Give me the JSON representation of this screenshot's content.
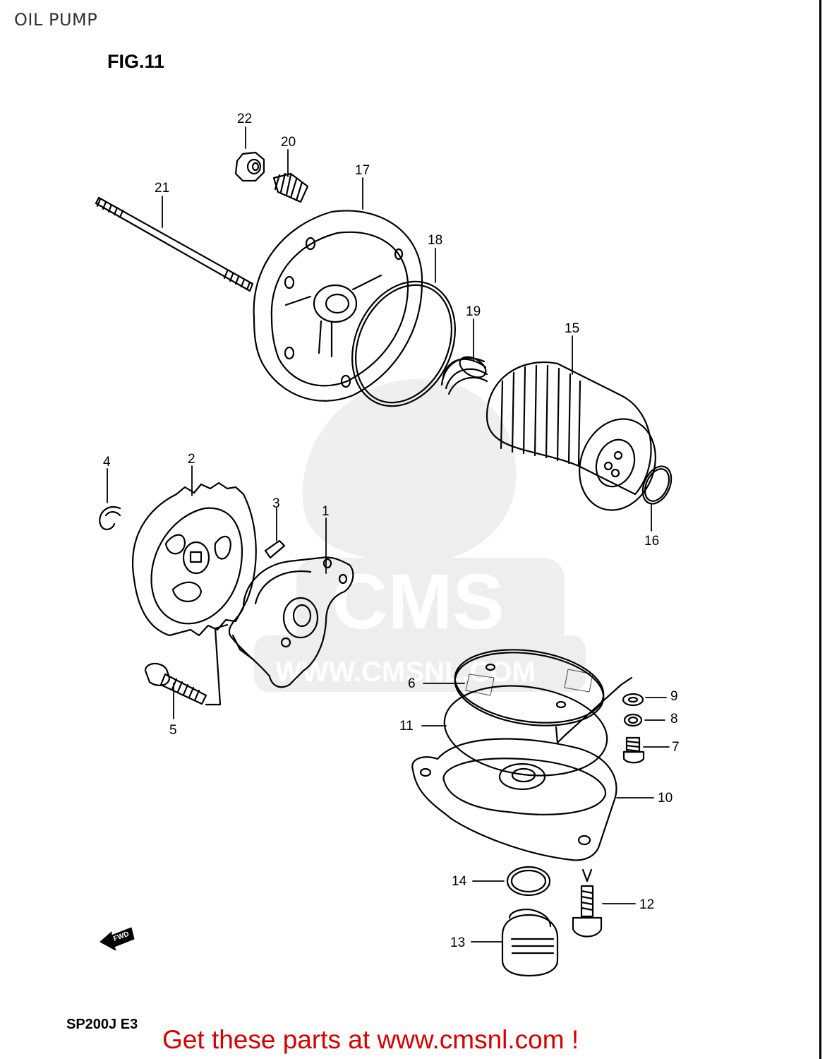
{
  "page": {
    "title": "OIL PUMP",
    "figure_label": "FIG.11",
    "model_code": "SP200J  E3",
    "call_to_action": "Get these parts at www.cmsnl.com !",
    "forward_marker": "FWD",
    "cta_color": "#d40000"
  },
  "watermark": {
    "text": "CMS",
    "url": "WWW.CMSNL.COM"
  },
  "callouts": {
    "c1": "1",
    "c2": "2",
    "c3": "3",
    "c4": "4",
    "c5": "5",
    "c6": "6",
    "c7": "7",
    "c8": "8",
    "c9": "9",
    "c10": "10",
    "c11": "11",
    "c12": "12",
    "c13": "13",
    "c14": "14",
    "c15": "15",
    "c16": "16",
    "c17": "17",
    "c18": "18",
    "c19": "19",
    "c20": "20",
    "c21": "21",
    "c22": "22"
  }
}
